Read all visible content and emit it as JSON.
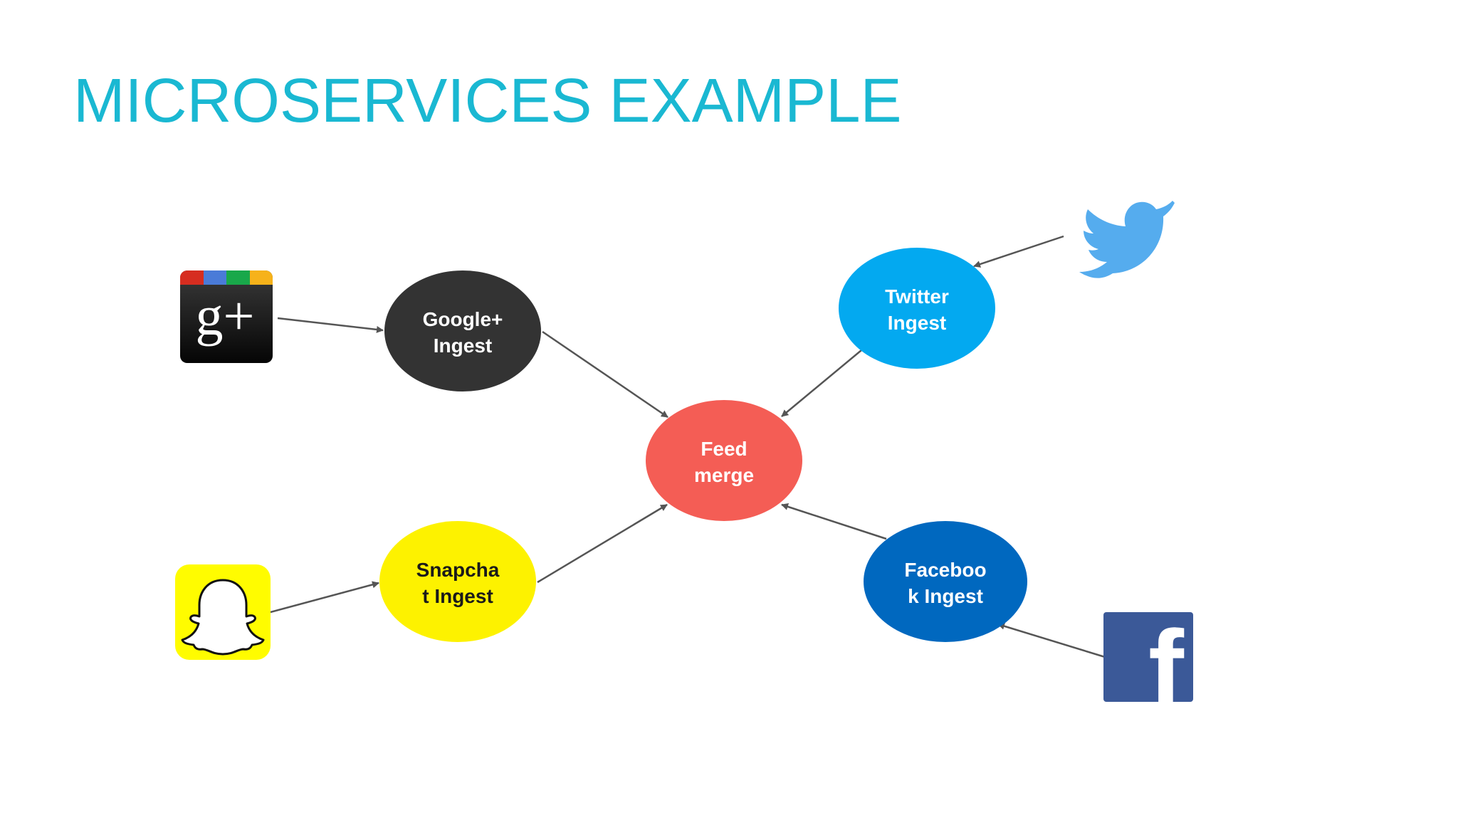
{
  "slide": {
    "title": "MICROSERVICES EXAMPLE"
  },
  "colors": {
    "title": "#1ab8d2",
    "arrow": "#555555",
    "google_node": "#333333",
    "twitter_node": "#03a9f0",
    "feed_node": "#f45d55",
    "snapchat_node": "#fdf200",
    "facebook_node": "#0068bf",
    "twitter_bird": "#55acee",
    "facebook_logo": "#3b5998",
    "snapchat_logo": "#fffc00"
  },
  "nodes": {
    "google": {
      "line1": "Google+",
      "line2": "Ingest"
    },
    "twitter": {
      "line1": "Twitter",
      "line2": "Ingest"
    },
    "feed": {
      "line1": "Feed",
      "line2": "merge"
    },
    "snapchat": {
      "line1": "Snapcha",
      "line2": "t Ingest"
    },
    "facebook": {
      "line1": "Faceboo",
      "line2": "k Ingest"
    }
  },
  "logos": {
    "google_plus": "g+",
    "facebook": "f"
  }
}
